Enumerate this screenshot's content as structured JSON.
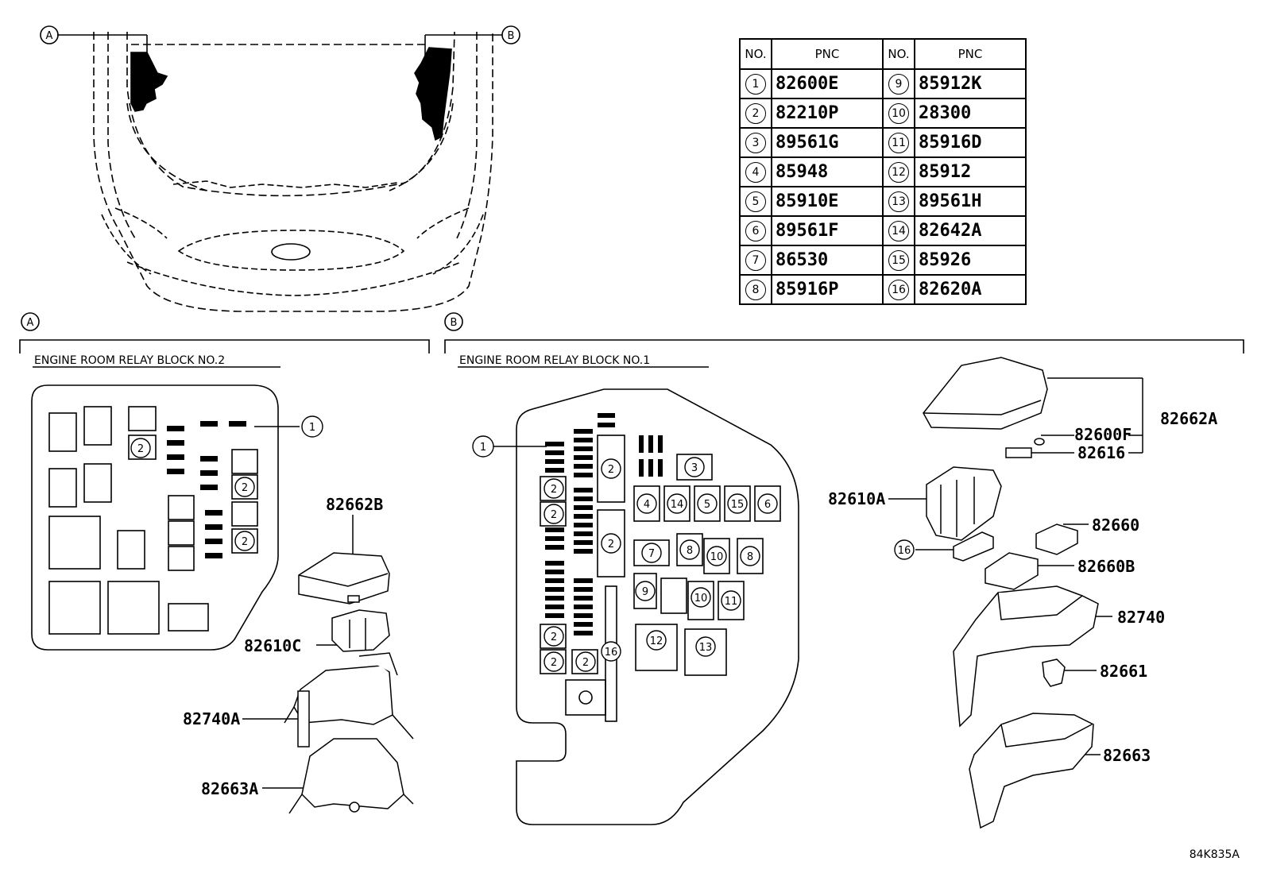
{
  "views": {
    "a": "A",
    "b": "B"
  },
  "table": {
    "headers": {
      "no": "NO.",
      "pnc": "PNC"
    },
    "rows": [
      {
        "no": "1",
        "pnc": "82600E",
        "no2": "9",
        "pnc2": "85912K"
      },
      {
        "no": "2",
        "pnc": "82210P",
        "no2": "10",
        "pnc2": "28300"
      },
      {
        "no": "3",
        "pnc": "89561G",
        "no2": "11",
        "pnc2": "85916D"
      },
      {
        "no": "4",
        "pnc": "85948",
        "no2": "12",
        "pnc2": "85912"
      },
      {
        "no": "5",
        "pnc": "85910E",
        "no2": "13",
        "pnc2": "89561H"
      },
      {
        "no": "6",
        "pnc": "89561F",
        "no2": "14",
        "pnc2": "82642A"
      },
      {
        "no": "7",
        "pnc": "86530",
        "no2": "15",
        "pnc2": "85926"
      },
      {
        "no": "8",
        "pnc": "85916P",
        "no2": "16",
        "pnc2": "82620A"
      }
    ]
  },
  "sections": {
    "a_title": "ENGINE ROOM RELAY BLOCK NO.2",
    "b_title": "ENGINE ROOM RELAY BLOCK NO.1"
  },
  "part_labels_a": {
    "cover": "82662B",
    "holder": "82610C",
    "upper_case": "82740A",
    "lower_case": "82663A"
  },
  "part_labels_b": {
    "cover": "82662A",
    "fuse_f": "82600F",
    "puller": "82616",
    "block": "82610A",
    "fuse_block": "82660",
    "fuse_block_b": "82660B",
    "upper_case": "82740",
    "clip": "82661",
    "lower_case": "82663"
  },
  "callouts": {
    "one": "1",
    "two": "2",
    "three": "3",
    "four": "4",
    "five": "5",
    "six": "6",
    "seven": "7",
    "eight": "8",
    "nine": "9",
    "ten": "10",
    "eleven": "11",
    "twelve": "12",
    "thirteen": "13",
    "fourteen": "14",
    "fifteen": "15",
    "sixteen": "16"
  },
  "diagram_code": "84K835A"
}
